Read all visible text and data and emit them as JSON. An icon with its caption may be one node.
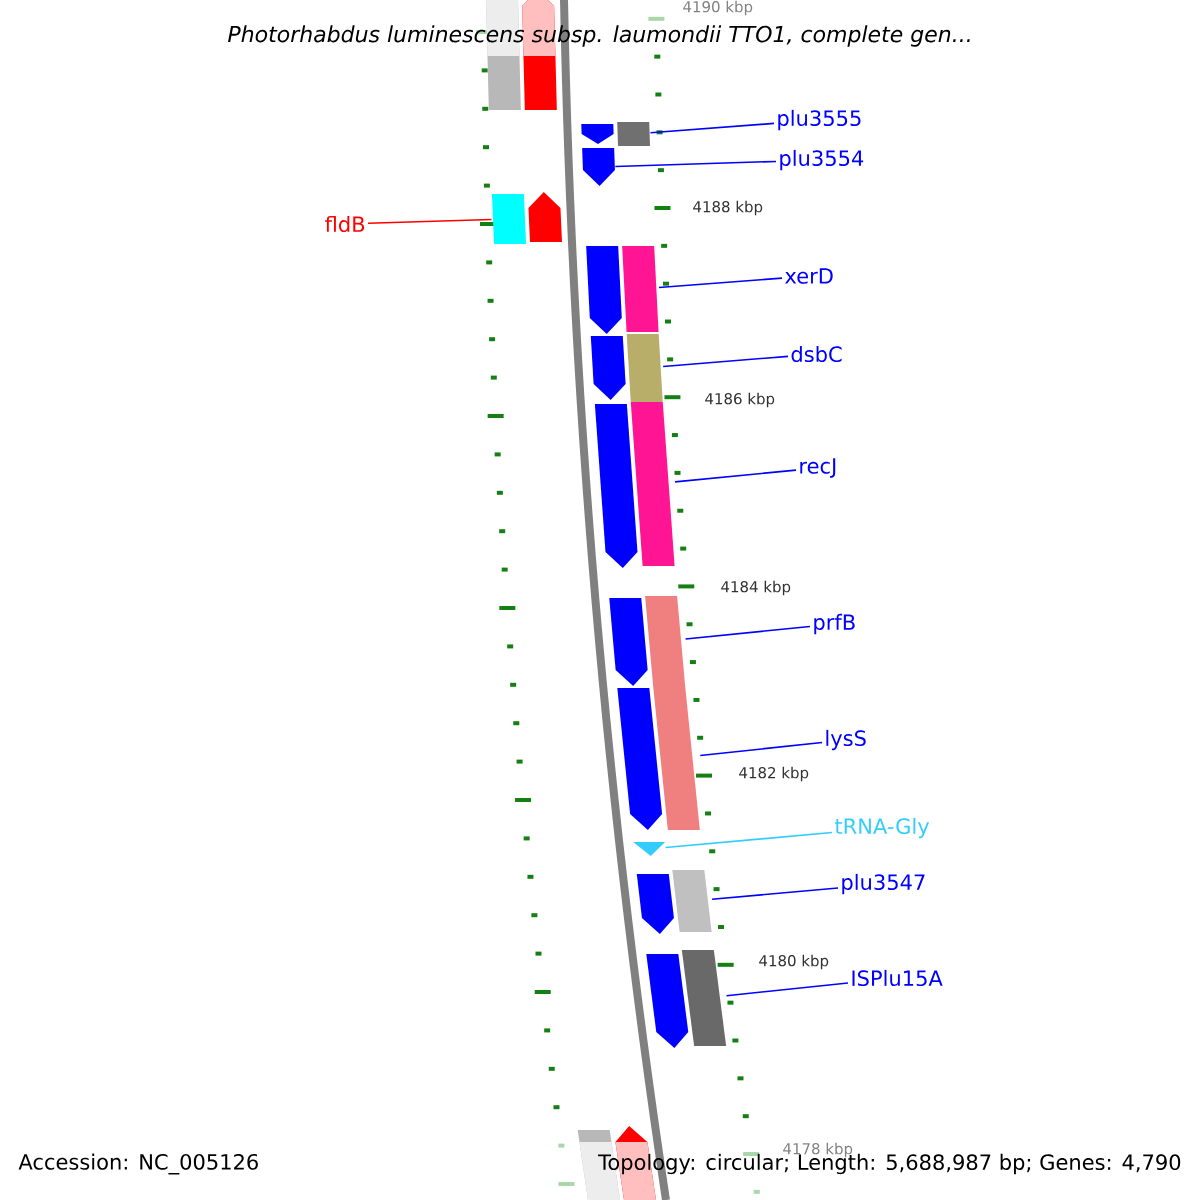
{
  "diagram": {
    "title": "Photorhabdus luminescens subsp. laumondii TTO1, complete gen...",
    "nodes": [
      {
        "text": [],
        "shape": "bar"
      },
      {
        "text": [],
        "shape": "arrow"
      },
      {
        "text": [
          "plu3555"
        ]
      },
      {
        "text": [],
        "shape": "arrow"
      },
      {
        "text": [],
        "shape": "bar"
      },
      {
        "text": [
          "plu3554"
        ]
      },
      {
        "text": [],
        "shape": "arrow"
      },
      {
        "text": [
          "fldB"
        ]
      },
      {
        "text": [],
        "shape": "bar"
      },
      {
        "text": [],
        "shape": "arrow"
      },
      {
        "text": [],
        "shape": "arrow"
      },
      {
        "text": [],
        "shape": "bar"
      },
      {
        "text": [
          "xerD"
        ]
      },
      {
        "text": [],
        "shape": "arrow"
      },
      {
        "text": [],
        "shape": "bar"
      },
      {
        "text": [
          "dsbC"
        ]
      },
      {
        "text": [],
        "shape": "arrow"
      },
      {
        "text": [],
        "shape": "bar"
      },
      {
        "text": [
          "recJ"
        ]
      },
      {
        "text": [],
        "shape": "arrow"
      },
      {
        "text": [],
        "shape": "bar"
      },
      {
        "text": [
          "prfB"
        ]
      },
      {
        "text": [],
        "shape": "arrow"
      },
      {
        "text": [],
        "shape": "bar"
      },
      {
        "text": [
          "lysS"
        ]
      },
      {
        "text": [
          "tRNA-Gly"
        ]
      },
      {
        "text": [],
        "shape": "triangle"
      },
      {
        "text": [],
        "shape": "arrow"
      },
      {
        "text": [],
        "shape": "bar"
      },
      {
        "text": [
          "plu3547"
        ]
      },
      {
        "text": [],
        "shape": "arrow"
      },
      {
        "text": [],
        "shape": "bar"
      },
      {
        "text": [
          "ISPlu15A"
        ]
      },
      {
        "text": [],
        "shape": "bar"
      },
      {
        "text": [],
        "shape": "arrow"
      }
    ],
    "edges": [
      {
        "from": 2,
        "to": 4,
        "arrow": "none"
      },
      {
        "from": 5,
        "to": 6,
        "arrow": "none"
      },
      {
        "from": 7,
        "to": 8,
        "arrow": "none",
        "color": "#ff0000"
      },
      {
        "from": 12,
        "to": 11,
        "arrow": "none"
      },
      {
        "from": 15,
        "to": 14,
        "arrow": "none"
      },
      {
        "from": 18,
        "to": 17,
        "arrow": "none"
      },
      {
        "from": 21,
        "to": 20,
        "arrow": "none"
      },
      {
        "from": 24,
        "to": 23,
        "arrow": "none"
      },
      {
        "from": 25,
        "to": 26,
        "arrow": "none",
        "color": "#33ccff"
      },
      {
        "from": 29,
        "to": 28,
        "arrow": "none"
      },
      {
        "from": 32,
        "to": 31,
        "arrow": "none"
      }
    ],
    "labels": [
      "4190 kbp",
      "4188 kbp",
      "4186 kbp",
      "4184 kbp",
      "4182 kbp",
      "4180 kbp",
      "4178 kbp",
      "Accession: NC_005126",
      "Topology: circular; Length: 5,688,987 bp; Genes: 4,790"
    ]
  }
}
